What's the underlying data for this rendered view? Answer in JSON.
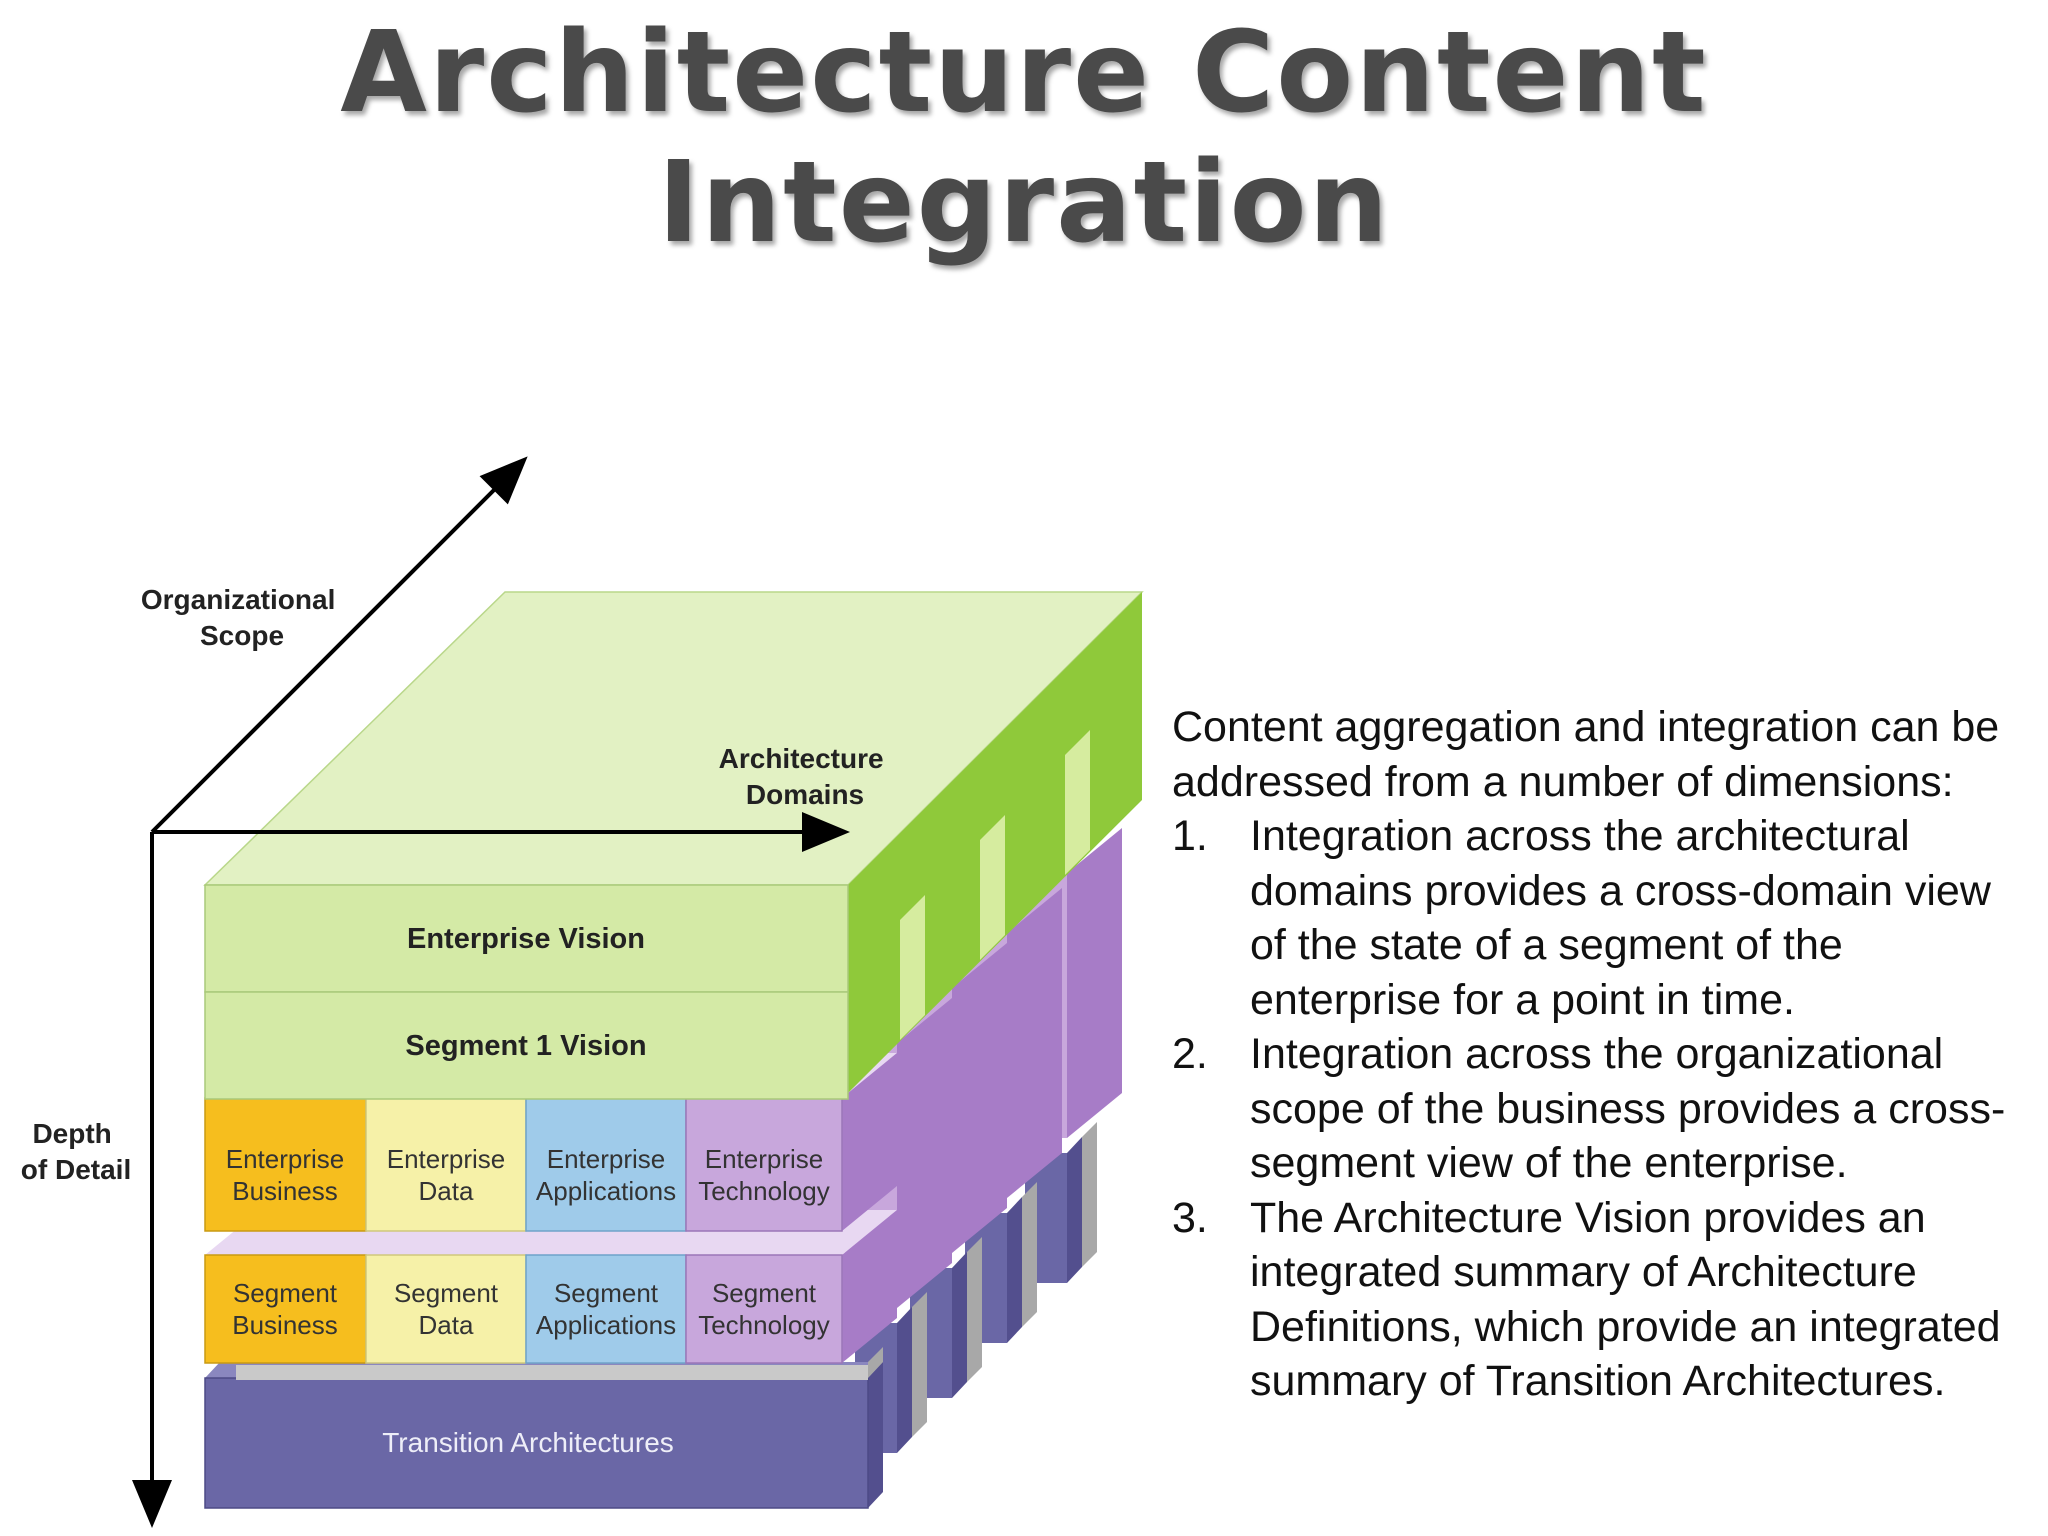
{
  "title": "Architecture Content Integration",
  "diagram": {
    "axes": {
      "organizational_scope": [
        "Organizational",
        "Scope"
      ],
      "architecture_domains": [
        "Architecture",
        "Domains"
      ],
      "depth_of_detail": [
        "Depth",
        "of Detail"
      ]
    },
    "vision_layers": [
      {
        "label": "Enterprise Vision"
      },
      {
        "label": "Segment 1 Vision"
      }
    ],
    "domain_rows": [
      {
        "cells": [
          {
            "line1": "Enterprise",
            "line2": "Business",
            "domain": "business"
          },
          {
            "line1": "Enterprise",
            "line2": "Data",
            "domain": "data"
          },
          {
            "line1": "Enterprise",
            "line2": "Applications",
            "domain": "applications"
          },
          {
            "line1": "Enterprise",
            "line2": "Technology",
            "domain": "technology"
          }
        ]
      },
      {
        "cells": [
          {
            "line1": "Segment",
            "line2": "Business",
            "domain": "business"
          },
          {
            "line1": "Segment",
            "line2": "Data",
            "domain": "data"
          },
          {
            "line1": "Segment",
            "line2": "Applications",
            "domain": "applications"
          },
          {
            "line1": "Segment",
            "line2": "Technology",
            "domain": "technology"
          }
        ]
      }
    ],
    "transition_label": "Transition Architectures",
    "hidden_fragments": [
      "y",
      "y",
      "y",
      "y"
    ]
  },
  "content": {
    "intro": "Content aggregation and integration can be addressed from a number of dimensions:",
    "points": [
      {
        "num": "1.",
        "text": "Integration across the architectural domains provides a cross-domain view of the state of a segment of the enterprise for a point in time."
      },
      {
        "num": "2.",
        "text": "Integration across the organizational scope of the business provides a cross-segment view of the enterprise."
      },
      {
        "num": "3.",
        "text": "The Architecture Vision provides an integrated summary of Architecture Definitions, which provide an integrated summary of Transition Architectures."
      }
    ]
  },
  "colors": {
    "vision_front": "#d4eaa6",
    "vision_top": "#e2f1c3",
    "vision_side": "#8fc93a",
    "business": "#f6be1e",
    "data": "#f6f1a8",
    "applications": "#9fcbea",
    "technology": "#c8a7dc",
    "technology_side": "#a77cc7",
    "transition_front": "#6a67a6",
    "transition_side": "#534f8e",
    "grey_face": "#c9c9c9",
    "grey_side": "#a8a8a8"
  }
}
